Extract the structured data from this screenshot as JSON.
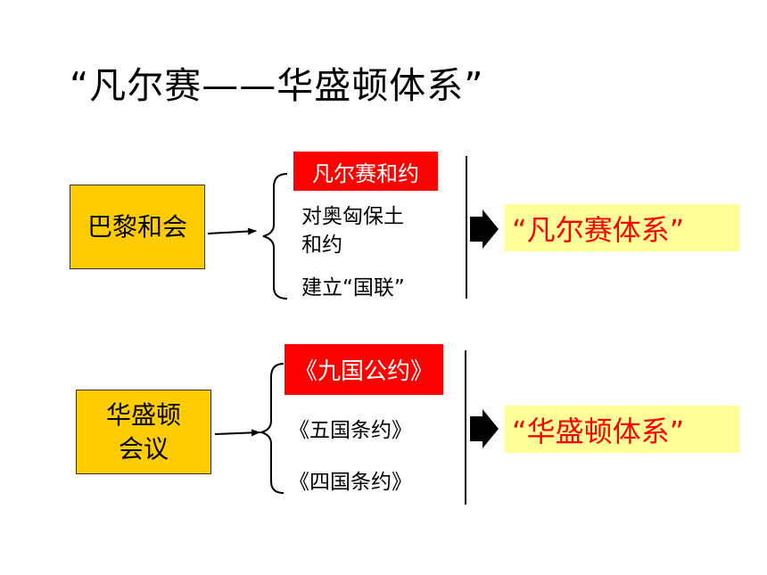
{
  "title": "“凡尔赛——华盛顿体系”",
  "groups": [
    {
      "conference": "巴黎和会",
      "items": [
        "凡尔赛和约",
        "对奥匈保土",
        "和约",
        "建立“国联”"
      ],
      "result": "“凡尔赛体系”"
    },
    {
      "conference_line1": "华盛顿",
      "conference_line2": "会议",
      "items": [
        "《九国公约》",
        "《五国条约》",
        "《四国条约》"
      ],
      "result": "“华盛顿体系”"
    }
  ],
  "colors": {
    "highlight_red": "#ff0000",
    "box_yellow": "#ffcc00",
    "result_bg": "#ffff99"
  }
}
